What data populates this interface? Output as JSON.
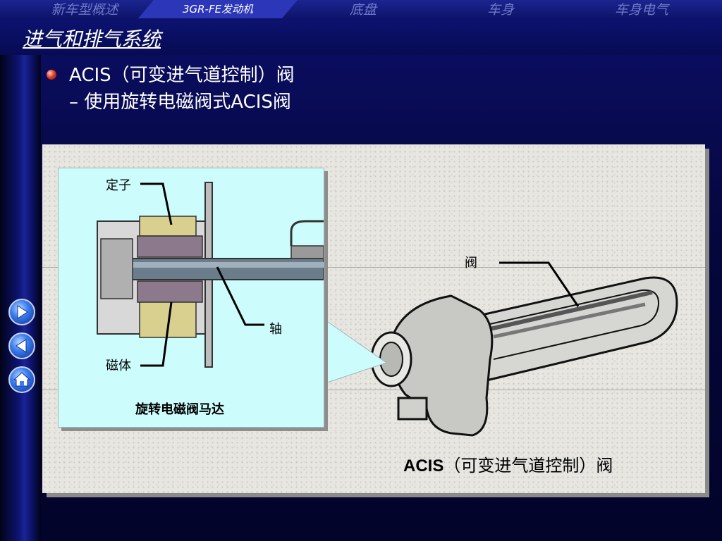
{
  "nav": {
    "items": [
      "新车型概述",
      "3GR-FE发动机",
      "底盘",
      "车身",
      "车身电气"
    ],
    "active_index": 1
  },
  "page": {
    "title": "进气和排气系统",
    "bullet_line1": "ACIS（可变进气道控制）阀",
    "bullet_line2": "– 使用旋转电磁阀式ACIS阀"
  },
  "sidebar": {
    "buttons": [
      "next-arrow-icon",
      "previous-arrow-icon",
      "home-icon"
    ]
  },
  "figure": {
    "label_stator": "定子",
    "label_shaft": "轴",
    "label_magnet": "磁体",
    "inset_caption": "旋转电磁阀马达",
    "label_valve": "阀",
    "caption_prefix": "ACIS",
    "caption_suffix": "（可变进气道控制）阀"
  },
  "colors": {
    "background": "#05063a",
    "nav_active": "#2b36b8",
    "inset_bg": "#cdfcfd",
    "bullet": "#e0402a"
  }
}
